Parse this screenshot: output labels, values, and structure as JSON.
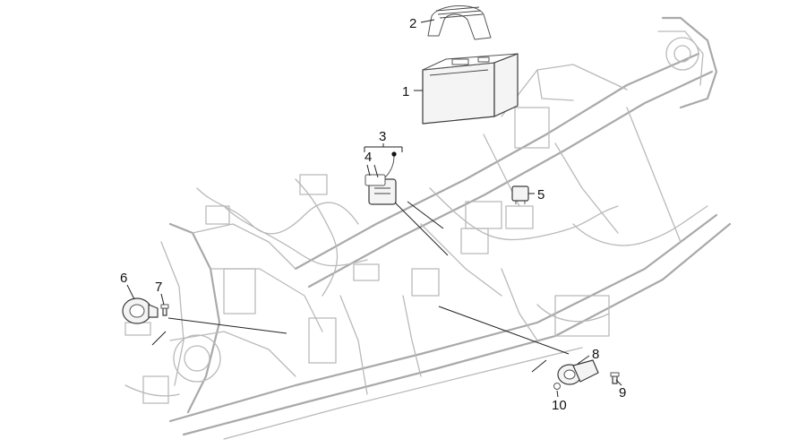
{
  "callouts": [
    {
      "id": "label-1",
      "text": "1"
    },
    {
      "id": "label-2",
      "text": "2"
    },
    {
      "id": "label-3",
      "text": "3"
    },
    {
      "id": "label-4",
      "text": "4"
    },
    {
      "id": "label-5",
      "text": "5"
    },
    {
      "id": "label-6",
      "text": "6"
    },
    {
      "id": "label-7",
      "text": "7"
    },
    {
      "id": "label-8",
      "text": "8"
    },
    {
      "id": "label-9",
      "text": "9"
    },
    {
      "id": "label-10",
      "text": "10"
    }
  ],
  "colors": {
    "frame_line": "#b9b9b9",
    "part_line": "#3a3a3a",
    "label_text": "#111111",
    "background": "#ffffff"
  }
}
